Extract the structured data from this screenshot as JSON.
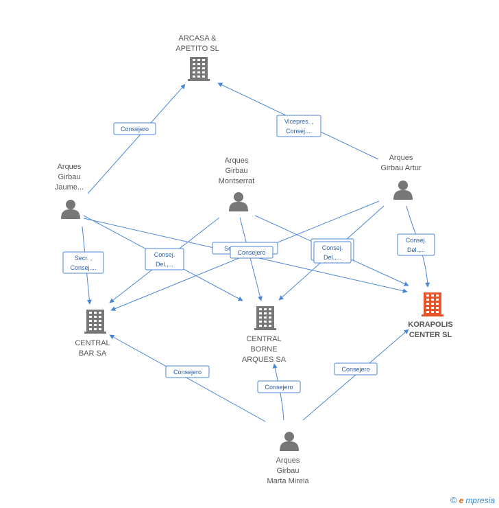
{
  "nodes": {
    "arcasa": {
      "lines": [
        "ARCASA &",
        "APETITO  SL"
      ],
      "type": "company",
      "color": "#777777"
    },
    "korapolis": {
      "lines": [
        "KORAPOLIS",
        "CENTER SL"
      ],
      "type": "company",
      "color": "#e8552b",
      "highlight": true
    },
    "central_bar": {
      "lines": [
        "CENTRAL",
        "BAR SA"
      ],
      "type": "company",
      "color": "#777777"
    },
    "central_borne": {
      "lines": [
        "CENTRAL",
        "BORNE",
        "ARQUES SA"
      ],
      "type": "company",
      "color": "#777777"
    },
    "jaume": {
      "lines": [
        "Arques",
        "Girbau",
        "Jaume..."
      ],
      "type": "person",
      "color": "#777777"
    },
    "montserrat": {
      "lines": [
        "Arques",
        "Girbau",
        "Montserrat"
      ],
      "type": "person",
      "color": "#777777"
    },
    "artur": {
      "lines": [
        "Arques",
        "Girbau Artur"
      ],
      "type": "person",
      "color": "#777777"
    },
    "marta": {
      "lines": [
        "Arques",
        "Girbau",
        "Marta Mireia"
      ],
      "type": "person",
      "color": "#777777"
    }
  },
  "relations": [
    {
      "id": "r1",
      "lines": [
        "Consejero"
      ]
    },
    {
      "id": "r2",
      "lines": [
        "Vicepres. ,",
        "Consej...."
      ]
    },
    {
      "id": "r3",
      "lines": [
        "Secr. ,",
        "Consej...."
      ]
    },
    {
      "id": "r4",
      "lines": [
        "Consej.",
        "Del.,..."
      ]
    },
    {
      "id": "r5",
      "lines": [
        "Secr.,Consej...."
      ]
    },
    {
      "id": "r6",
      "lines": [
        "Consejero"
      ]
    },
    {
      "id": "r7",
      "lines": [
        "Consej.",
        "Del.,..."
      ]
    },
    {
      "id": "r8",
      "lines": [
        "Consej.",
        "Del.,..."
      ]
    },
    {
      "id": "r9",
      "lines": [
        "Consejero"
      ]
    },
    {
      "id": "r10",
      "lines": [
        "Consejero"
      ]
    },
    {
      "id": "r11",
      "lines": [
        "Consejero"
      ]
    }
  ],
  "footer": {
    "copyright": "©",
    "brand_initial": "e",
    "brand_rest": "mpresia"
  },
  "colors": {
    "edge": "#4a86d6",
    "node": "#777777",
    "highlight": "#e8552b"
  }
}
